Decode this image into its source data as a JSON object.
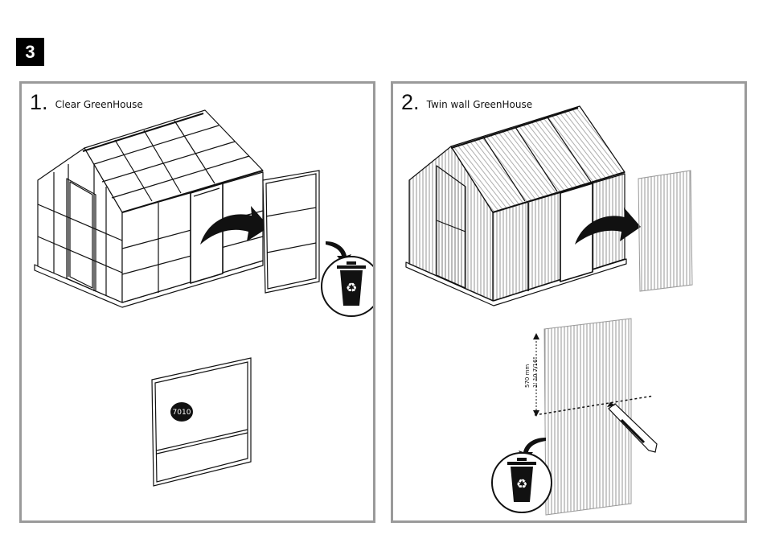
{
  "step": {
    "number": "3"
  },
  "panels": [
    {
      "number": "1.",
      "title": "Clear GreenHouse",
      "part_number": "7010"
    },
    {
      "number": "2.",
      "title": "Twin wall GreenHouse",
      "dimension_metric": "570 mm",
      "dimension_imperial": "1' 10 7/16\""
    }
  ],
  "icons": [
    "recycle-bin-icon",
    "recycle-bin-icon",
    "curved-arrow-icon",
    "curved-arrow-icon",
    "utility-knife-icon"
  ],
  "colors": {
    "panel_border": "#9a9a9a",
    "badge": "#000000",
    "ink": "#111111"
  }
}
